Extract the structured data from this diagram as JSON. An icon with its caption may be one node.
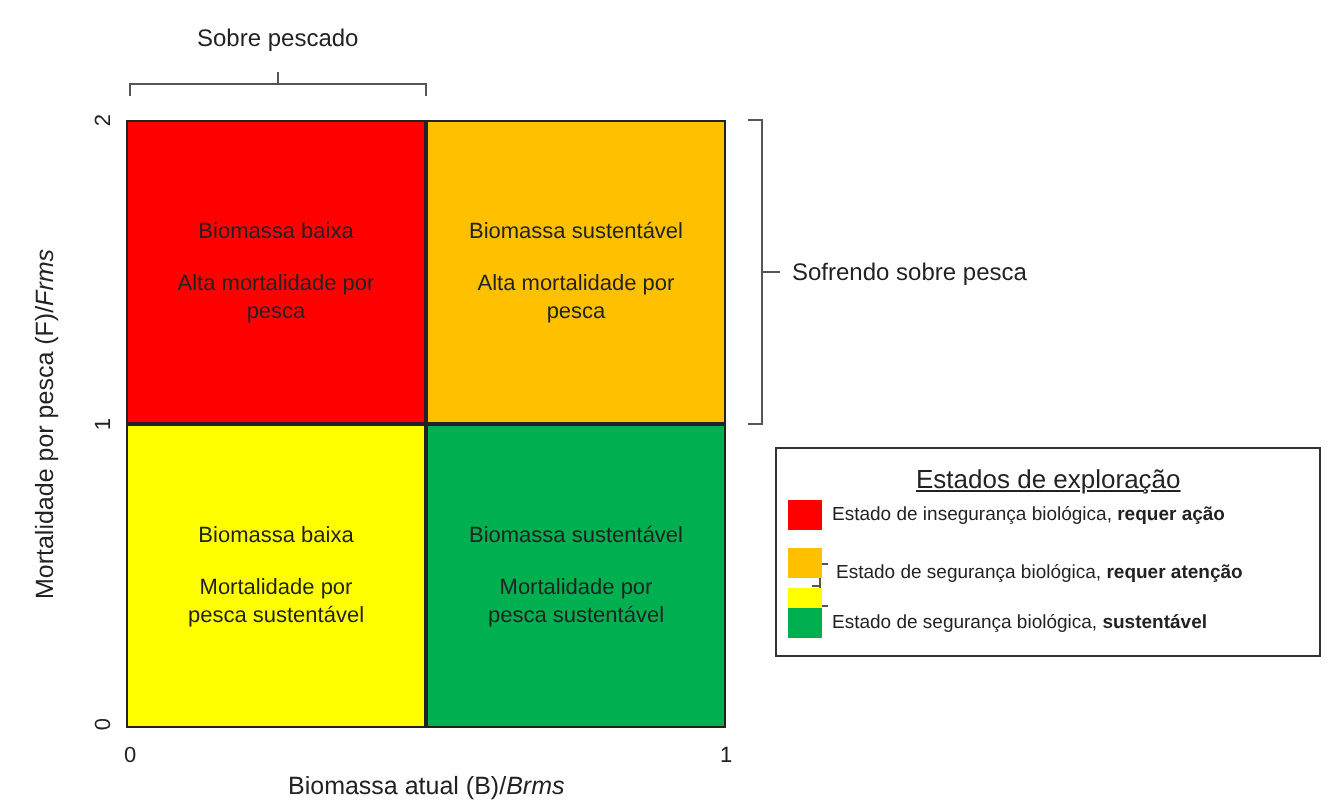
{
  "diagram": {
    "nodes": [
      {
        "text": [
          "Biomassa baixa",
          "Alta mortalidade por pesca"
        ]
      },
      {
        "text": [
          "Biomassa sustentável",
          "Alta mortalidade por pesca"
        ]
      },
      {
        "text": [
          "Biomassa baixa",
          "Mortalidade por pesca sustentável"
        ]
      },
      {
        "text": [
          "Biomassa sustentável",
          "Mortalidade por pesca sustentável"
        ]
      }
    ],
    "edges": [],
    "labels": [
      "Sobre pescado",
      "2",
      "1",
      "0",
      "Sofrendo sobre pesca",
      "Mortalidade por pesca (F)/*Frms*",
      "Estados de exploração",
      "0",
      "1",
      "Biomassa atual (B)/*Brms*"
    ],
    "legend": [
      {
        "text": "Estado de insegurança biológica, **requer ação**",
        "color": "#ff0000"
      },
      {
        "text": "Estado de segurança biológica, **requer atenção**",
        "color": "#ffc000"
      },
      {
        "text": "Estado de segurança biológica, **sustentável**",
        "color": "#00b050"
      }
    ]
  }
}
